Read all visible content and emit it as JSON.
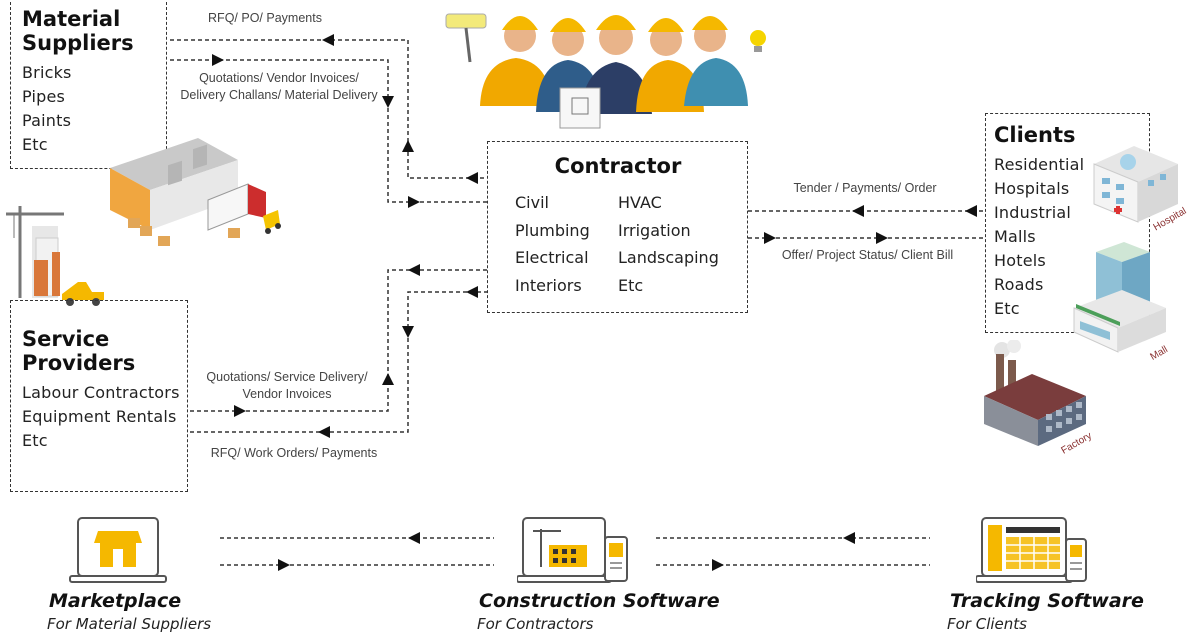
{
  "material_suppliers": {
    "title_line1": "Material",
    "title_line2": "Suppliers",
    "items": [
      "Bricks",
      "Pipes",
      "Paints",
      "Etc"
    ]
  },
  "service_providers": {
    "title_line1": "Service",
    "title_line2": "Providers",
    "items": [
      "Labour Contractors",
      "Equipment Rentals",
      "Etc"
    ]
  },
  "contractor": {
    "title": "Contractor",
    "col1": [
      "Civil",
      "Plumbing",
      "Electrical",
      "Interiors"
    ],
    "col2": [
      "HVAC",
      "Irrigation",
      "Landscaping",
      "Etc"
    ]
  },
  "clients": {
    "title": "Clients",
    "items": [
      "Residential",
      "Hospitals",
      "Industrial",
      "Malls",
      "Hotels",
      "Roads",
      "Etc"
    ]
  },
  "flows": {
    "rfq_po": "RFQ/ PO/ Payments",
    "quotations_material_1": "Quotations/ Vendor Invoices/",
    "quotations_material_2": "Delivery Challans/ Material Delivery",
    "tender": "Tender / Payments/ Order",
    "offer": "Offer/ Project Status/ Client Bill",
    "quotations_service_1": "Quotations/ Service Delivery/",
    "quotations_service_2": "Vendor Invoices",
    "rfq_work": "RFQ/ Work Orders/  Payments"
  },
  "image_tags": {
    "hospital": "Hospital",
    "mall": "Mall",
    "factory": "Factory"
  },
  "bottom": {
    "marketplace": {
      "name": "Marketplace",
      "sub": "For Material Suppliers"
    },
    "construction": {
      "name": "Construction Software",
      "sub": "For Contractors"
    },
    "tracking": {
      "name": "Tracking Software",
      "sub": "For Clients"
    }
  },
  "colors": {
    "accent": "#f5b800",
    "line": "#333333",
    "brick": "#d9773a",
    "tag": "#8a3030"
  }
}
